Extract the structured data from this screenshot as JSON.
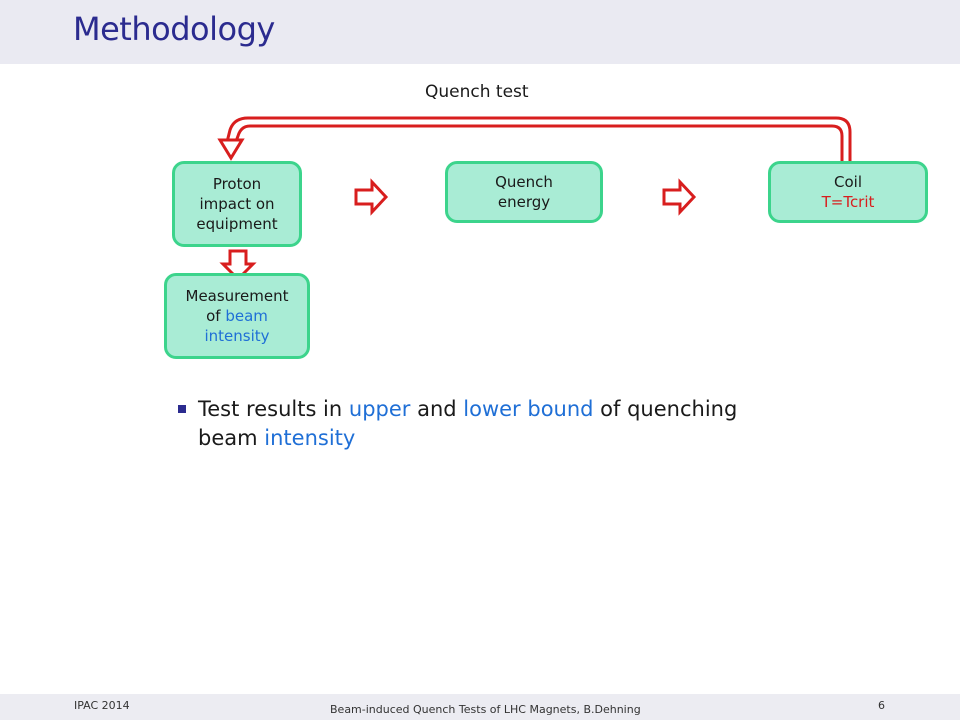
{
  "header": {
    "title": "Methodology"
  },
  "diagram": {
    "loop_label": "Quench test",
    "box_proton": {
      "line1": "Proton",
      "line2": "impact on",
      "line3": "equipment"
    },
    "box_energy": {
      "line1": "Quench",
      "line2": "energy"
    },
    "box_coil": {
      "line1": "Coil",
      "line2": "T=Tcrit"
    },
    "box_measure": {
      "line1": "Measurement",
      "line2a": "of ",
      "line2b": "beam",
      "line3": "intensity"
    },
    "colors": {
      "box_fill": "#a9ecd5",
      "box_border": "#3cd48c",
      "arrow": "#d81e1e",
      "highlight_blue": "#1f6fd6",
      "highlight_red": "#d81e1e"
    }
  },
  "body": {
    "bullet": {
      "p1": "Test results in ",
      "p2": "upper",
      "p3": " and ",
      "p4": "lower bound",
      "p5": " of quenching",
      "p6": "beam ",
      "p7": "intensity"
    }
  },
  "footer": {
    "left": "IPAC 2014",
    "center": "Beam-induced Quench Tests of LHC Magnets, B.Dehning",
    "page": "6"
  }
}
